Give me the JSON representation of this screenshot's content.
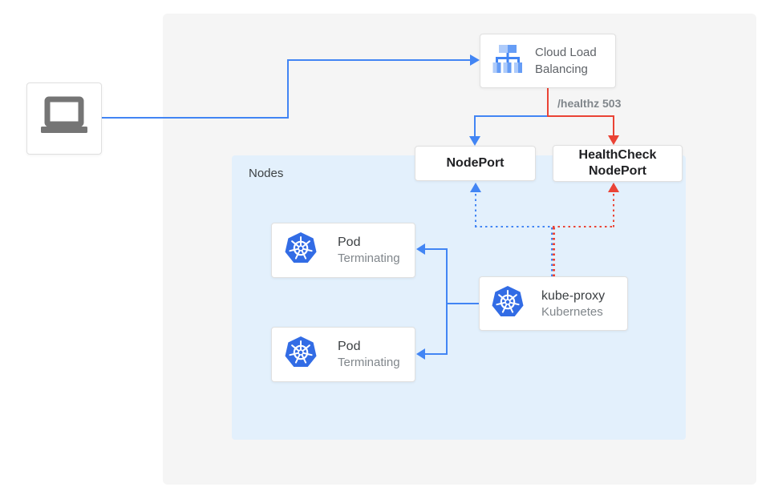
{
  "panels": {
    "nodes": {
      "label": "Nodes"
    }
  },
  "nodes": {
    "client": {
      "icon": "laptop-icon"
    },
    "cloud_load_balancing": {
      "label": "Cloud Load Balancing",
      "icon": "load-balancer-icon"
    },
    "nodeport": {
      "label": "NodePort"
    },
    "healthcheck_nodeport": {
      "line1": "HealthCheck",
      "line2": "NodePort"
    },
    "pod_top": {
      "title": "Pod",
      "status": "Terminating",
      "icon": "kubernetes-icon"
    },
    "pod_bottom": {
      "title": "Pod",
      "status": "Terminating",
      "icon": "kubernetes-icon"
    },
    "kube_proxy": {
      "title": "kube-proxy",
      "subtitle": "Kubernetes",
      "icon": "kubernetes-icon"
    }
  },
  "edges": {
    "healthz_label": "/healthz 503",
    "traffic_color": "#4285f4",
    "healthcheck_color": "#ea4335"
  },
  "colors": {
    "outer_panel": "#f5f5f5",
    "nodes_panel": "#e3f0fc",
    "box_border": "#e0e0e0",
    "kubernetes_blue": "#326ce5",
    "lb_icon_light_blue": "#aecbfa",
    "lb_icon_mid_blue": "#669df6",
    "laptop_gray": "#757575",
    "title_text": "#3c4043",
    "port_text": "#202124",
    "subtitle_text": "#80868b",
    "lb_text": "#5f6368"
  }
}
